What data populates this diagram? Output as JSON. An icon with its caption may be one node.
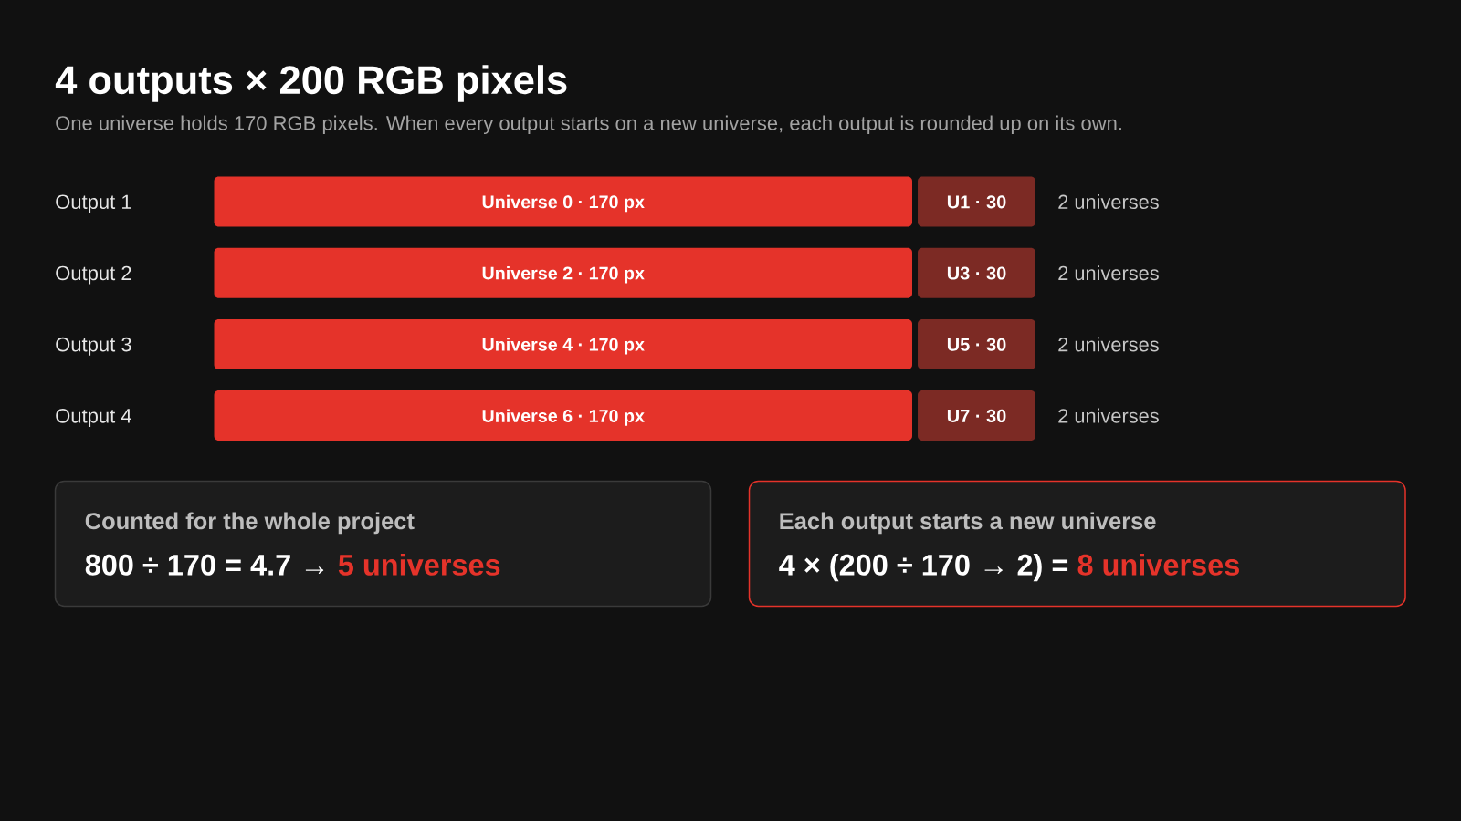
{
  "diagram": {
    "title": "4 outputs × 200 RGB pixels",
    "nodes": [
      {
        "text": [
          "Universe 0 · 170 px"
        ]
      },
      {
        "text": [
          "U1 · 30"
        ],
        "beside": [
          "2 universes"
        ]
      },
      {
        "text": [
          "Universe 2 · 170 px"
        ]
      },
      {
        "text": [
          "U3 · 30"
        ],
        "beside": [
          "2 universes"
        ]
      },
      {
        "text": [
          "Universe 4 · 170 px"
        ]
      },
      {
        "text": [
          "U5 · 30"
        ],
        "beside": [
          "2 universes"
        ]
      },
      {
        "text": [
          "Universe 6 · 170 px"
        ]
      },
      {
        "text": [
          "U7 · 30"
        ],
        "beside": [
          "2 universes"
        ]
      },
      {
        "text": [
          "Counted for the whole project",
          "800 ÷ 170 = 4.7 →",
          "5 universes"
        ]
      },
      {
        "text": [
          "Each output starts a new universe",
          "4 × (200 ÷ 170 → 2) =",
          "8 universes"
        ]
      }
    ],
    "labels": [
      "One universe holds 170 RGB pixels. When every output starts on a new universe, each output is rounded up on its own.",
      "Output 1",
      "Output 2",
      "Output 3",
      "Output 4"
    ]
  }
}
